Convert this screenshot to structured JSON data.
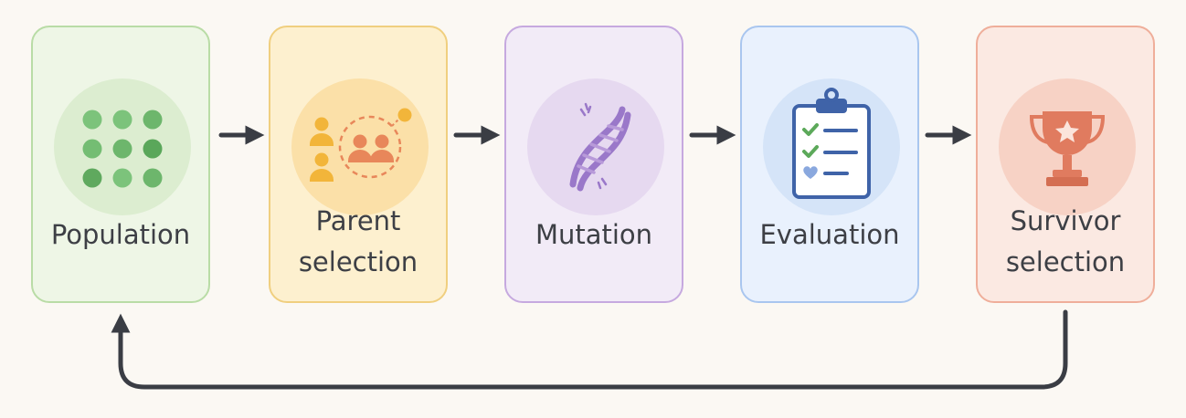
{
  "steps": [
    {
      "id": "population",
      "label_lines": [
        "Population"
      ],
      "icon": "dot-grid-icon"
    },
    {
      "id": "parent-selection",
      "label_lines": [
        "Parent",
        "selection"
      ],
      "icon": "people-selection-icon"
    },
    {
      "id": "mutation",
      "label_lines": [
        "Mutation"
      ],
      "icon": "dna-icon"
    },
    {
      "id": "evaluation",
      "label_lines": [
        "Evaluation"
      ],
      "icon": "clipboard-checklist-icon"
    },
    {
      "id": "survivor-selection",
      "label_lines": [
        "Survivor",
        "selection"
      ],
      "icon": "trophy-icon"
    }
  ],
  "colors": {
    "background": "#fbf8f3",
    "arrow": "#3a3d44",
    "population": "#74bd73",
    "parent_selection": "#f2b53a",
    "parent_selection_accent": "#e8875a",
    "mutation": "#9a78c9",
    "evaluation": "#3f63a8",
    "evaluation_check": "#5ca95a",
    "survivor_selection": "#e07b5f"
  }
}
